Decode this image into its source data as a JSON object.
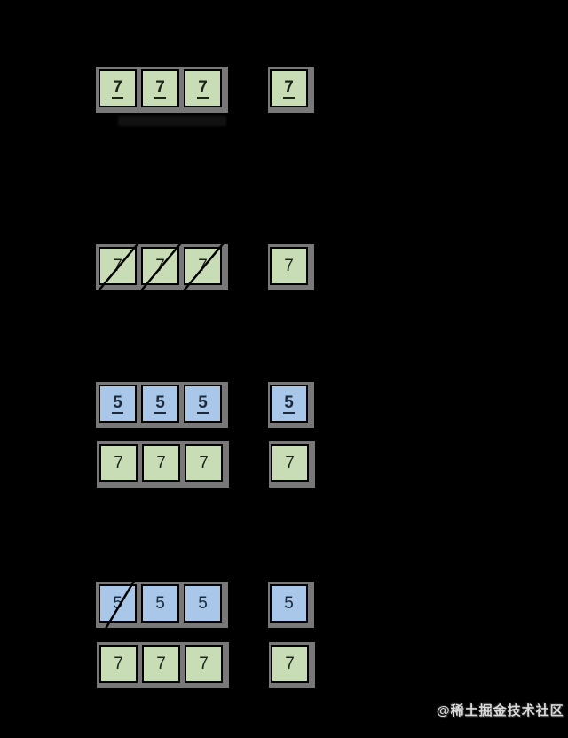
{
  "watermark": "@稀土掘金技术社区",
  "colors": {
    "background": "#000000",
    "box_green": "#c8ddb5",
    "box_blue": "#a9c7e8",
    "shadow_gray": "#787878",
    "box_border": "#000000"
  },
  "sections": [
    {
      "rows": [
        {
          "palette": "green",
          "cells": [
            {
              "value": "7",
              "underline": true,
              "slashed": false
            },
            {
              "value": "7",
              "underline": true,
              "slashed": false
            },
            {
              "value": "7",
              "underline": true,
              "slashed": false
            }
          ],
          "single": {
            "value": "7",
            "underline": true,
            "slashed": false
          }
        }
      ]
    },
    {
      "rows": [
        {
          "palette": "green",
          "cells": [
            {
              "value": "7",
              "underline": false,
              "slashed": true
            },
            {
              "value": "7",
              "underline": false,
              "slashed": true
            },
            {
              "value": "7",
              "underline": false,
              "slashed": true
            }
          ],
          "single": {
            "value": "7",
            "underline": false,
            "slashed": false
          }
        }
      ]
    },
    {
      "rows": [
        {
          "palette": "blue",
          "cells": [
            {
              "value": "5",
              "underline": true,
              "slashed": false
            },
            {
              "value": "5",
              "underline": true,
              "slashed": false
            },
            {
              "value": "5",
              "underline": true,
              "slashed": false
            }
          ],
          "single": {
            "value": "5",
            "underline": true,
            "slashed": false
          }
        },
        {
          "palette": "green",
          "cells": [
            {
              "value": "7",
              "underline": false,
              "slashed": false
            },
            {
              "value": "7",
              "underline": false,
              "slashed": false
            },
            {
              "value": "7",
              "underline": false,
              "slashed": false
            }
          ],
          "single": {
            "value": "7",
            "underline": false,
            "slashed": false
          }
        }
      ]
    },
    {
      "rows": [
        {
          "palette": "blue",
          "cells": [
            {
              "value": "5",
              "underline": false,
              "slashed": true
            },
            {
              "value": "5",
              "underline": false,
              "slashed": false
            },
            {
              "value": "5",
              "underline": false,
              "slashed": false
            }
          ],
          "single": {
            "value": "5",
            "underline": false,
            "slashed": false
          }
        },
        {
          "palette": "green",
          "cells": [
            {
              "value": "7",
              "underline": false,
              "slashed": false
            },
            {
              "value": "7",
              "underline": false,
              "slashed": false
            },
            {
              "value": "7",
              "underline": false,
              "slashed": false
            }
          ],
          "single": {
            "value": "7",
            "underline": false,
            "slashed": false
          }
        }
      ]
    }
  ]
}
